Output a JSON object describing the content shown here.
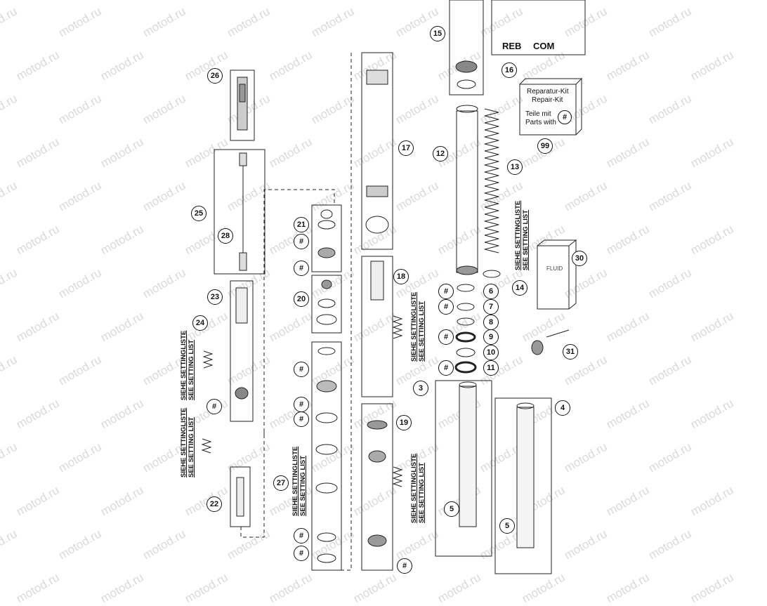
{
  "watermark": "motod.ru",
  "setting_label": {
    "de": "SIEHE SETTINGLISTE",
    "en": "SEE SETTING LIST"
  },
  "box16": {
    "left": "REB",
    "right": "COM"
  },
  "box99": {
    "line1": "Reparatur-Kit",
    "line2": "Repair-Kit",
    "line3": "Teile mit",
    "line4": "Parts with",
    "symbol": "#"
  },
  "can30": {
    "label": "FLUID"
  },
  "callouts": {
    "c26": "26",
    "c25": "25",
    "c28": "28",
    "c23": "23",
    "c24": "24",
    "c22": "22",
    "c21": "21",
    "c20": "20",
    "c27": "27",
    "c17": "17",
    "c18": "18",
    "c19": "19",
    "c15": "15",
    "c16": "16",
    "c99": "99",
    "c12": "12",
    "c13": "13",
    "c14": "14",
    "c30": "30",
    "c6": "6",
    "c7": "7",
    "c8": "8",
    "c9": "9",
    "c10": "10",
    "c11": "11",
    "c31": "31",
    "c3": "3",
    "c4": "4",
    "c5a": "5",
    "c5b": "5",
    "hash": "#"
  }
}
